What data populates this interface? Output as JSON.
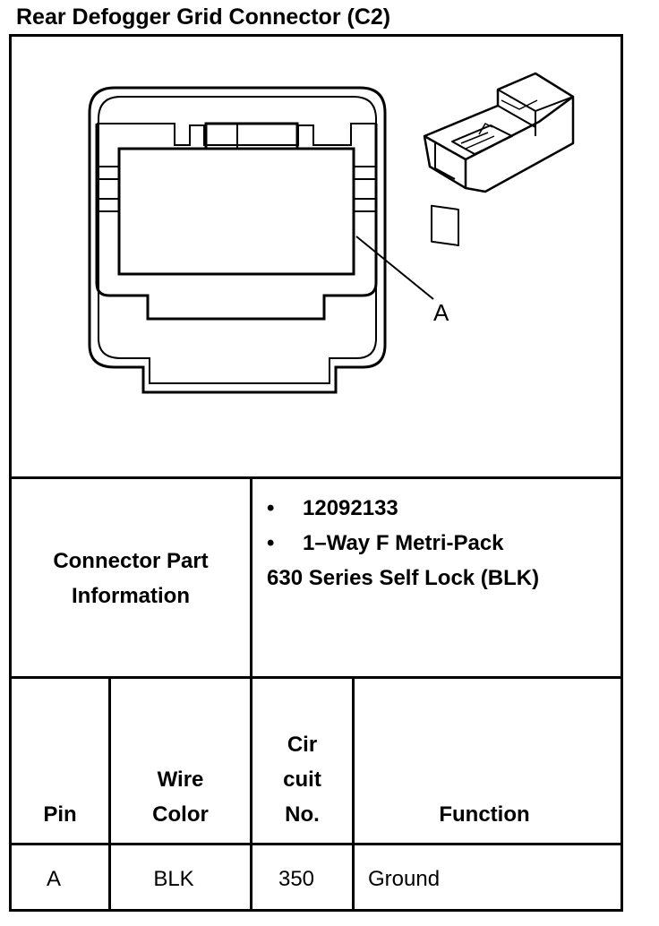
{
  "title": "Rear Defogger Grid Connector (C2)",
  "diagram": {
    "callout_label": "A",
    "icons": [
      "connector-face-view",
      "connector-3d-view"
    ]
  },
  "part_info": {
    "label_line1": "Connector Part",
    "label_line2": "Information",
    "bullet1": "12092133",
    "bullet2": "1–Way F Metri-Pack",
    "line3": "630 Series Self Lock (BLK)"
  },
  "table": {
    "headers": {
      "pin": "Pin",
      "wire_line1": "Wire",
      "wire_line2": "Color",
      "circuit_line1": "Cir",
      "circuit_line2": "cuit",
      "circuit_line3": "No.",
      "function": "Function"
    },
    "rows": [
      {
        "pin": "A",
        "wire_color": "BLK",
        "circuit": "350",
        "function": "Ground"
      }
    ]
  }
}
